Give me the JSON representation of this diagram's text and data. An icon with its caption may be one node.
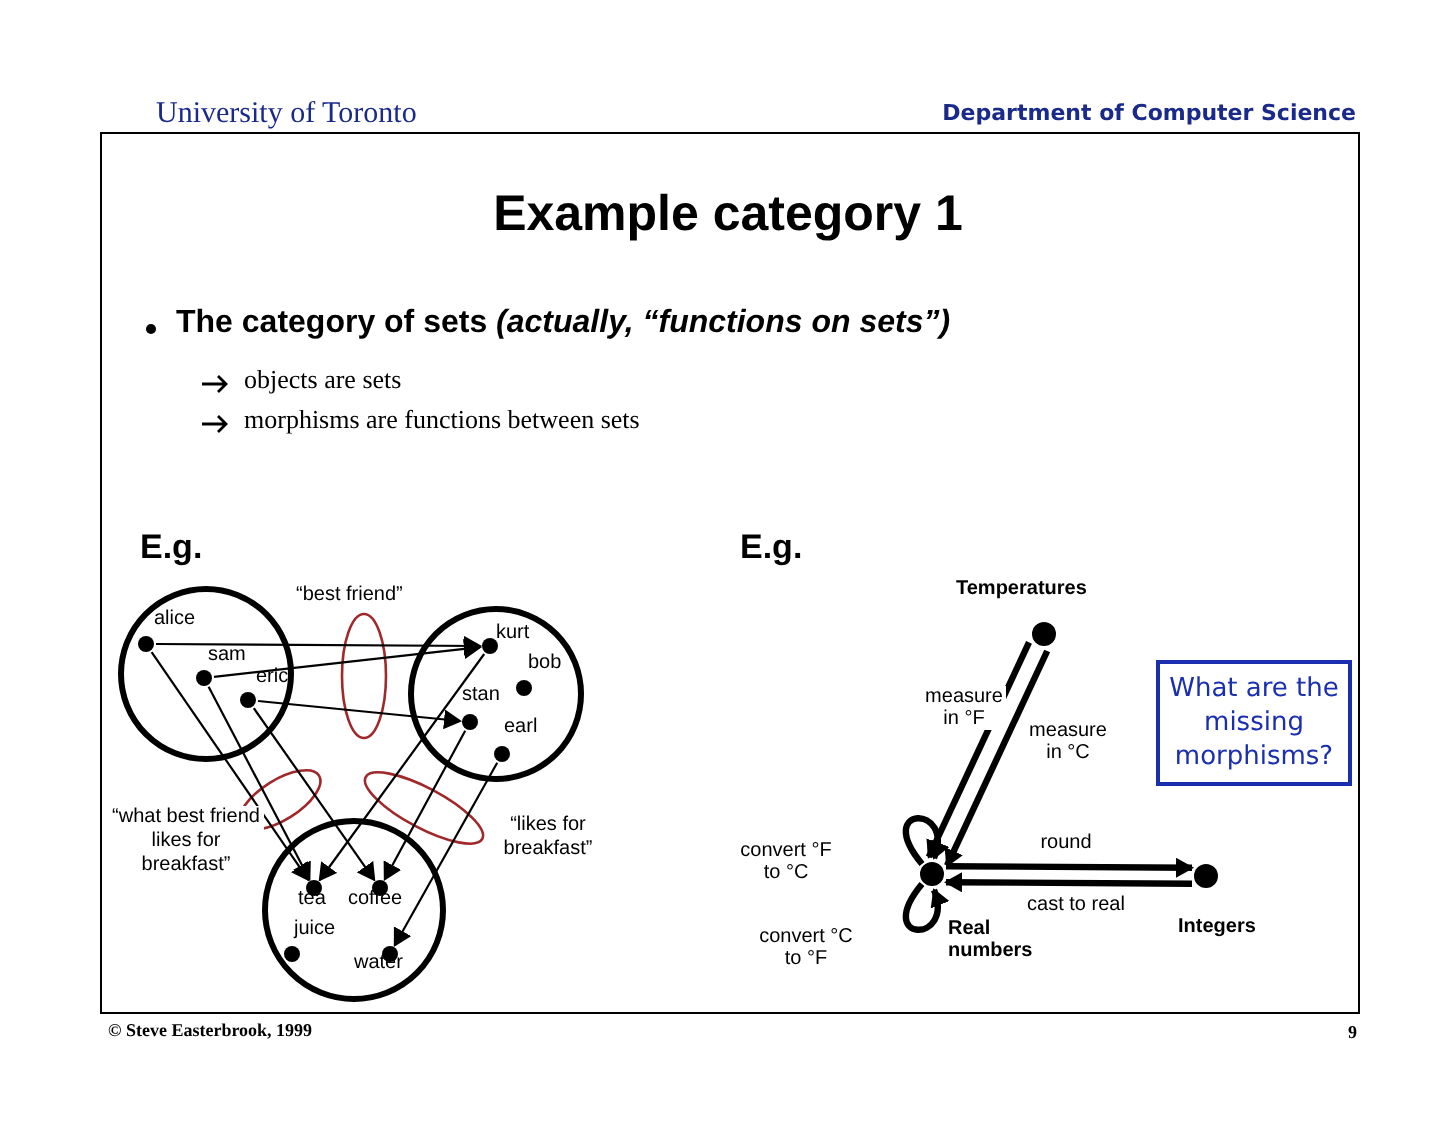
{
  "diagram": {
    "title": "Example category 1",
    "nodes": [
      {
        "text": [],
        "shape": "circle"
      },
      {
        "text": [],
        "shape": "circle"
      },
      {
        "text": [],
        "shape": "circle"
      },
      {
        "text": [
          "alice"
        ],
        "in": 0
      },
      {
        "text": [
          "sam"
        ],
        "in": 0
      },
      {
        "text": [
          "eric"
        ],
        "in": 0
      },
      {
        "text": [
          "kurt"
        ],
        "in": 1
      },
      {
        "text": [
          "bob"
        ],
        "in": 1
      },
      {
        "text": [
          "stan"
        ],
        "in": 1
      },
      {
        "text": [
          "earl"
        ],
        "in": 1
      },
      {
        "text": [
          "tea"
        ],
        "in": 2
      },
      {
        "text": [
          "coffee"
        ],
        "in": 2
      },
      {
        "text": [
          "juice"
        ],
        "in": 2
      },
      {
        "text": [
          "water"
        ],
        "in": 2
      },
      {
        "text": [
          "Temperatures"
        ]
      },
      {
        "text": [
          "Real numbers"
        ]
      },
      {
        "text": [
          "Integers"
        ]
      },
      {
        "text": [
          "What are the missing morphisms?"
        ]
      }
    ],
    "edges": [
      {
        "from": 3,
        "to": 6,
        "arrow": "to"
      },
      {
        "from": 4,
        "to": 6,
        "arrow": "to"
      },
      {
        "from": 5,
        "to": 8,
        "arrow": "to"
      },
      {
        "from": 6,
        "to": 10,
        "arrow": "to"
      },
      {
        "from": 8,
        "to": 11,
        "arrow": "to"
      },
      {
        "from": 9,
        "to": 13,
        "arrow": "to"
      },
      {
        "from": 3,
        "to": 10,
        "arrow": "to"
      },
      {
        "from": 4,
        "to": 10,
        "arrow": "to"
      },
      {
        "from": 5,
        "to": 11,
        "arrow": "to"
      },
      {
        "from": 14,
        "to": 15,
        "arrow": "to",
        "label": "measure in °F",
        "style": "thick"
      },
      {
        "from": 14,
        "to": 15,
        "arrow": "to",
        "label": "measure in °C",
        "style": "thick"
      },
      {
        "from": 15,
        "to": 15,
        "arrow": "to",
        "label": "convert °F to °C",
        "style": "thick"
      },
      {
        "from": 15,
        "to": 15,
        "arrow": "to",
        "label": "convert °C to °F",
        "style": "thick"
      },
      {
        "from": 15,
        "to": 16,
        "arrow": "to",
        "label": "round",
        "style": "thick"
      },
      {
        "from": 16,
        "to": 15,
        "arrow": "to",
        "label": "cast to real",
        "style": "thick"
      }
    ],
    "labels": [
      "University of Toronto",
      "Department of Computer Science",
      "The category of sets *(actually, “functions on sets”)*",
      "objects are sets",
      "morphisms are functions between sets",
      "E.g.",
      "E.g.",
      "“best friend”",
      "“what best friend likes for breakfast”",
      "“likes for breakfast”",
      "© Steve Easterbrook, 1999",
      "9"
    ]
  }
}
